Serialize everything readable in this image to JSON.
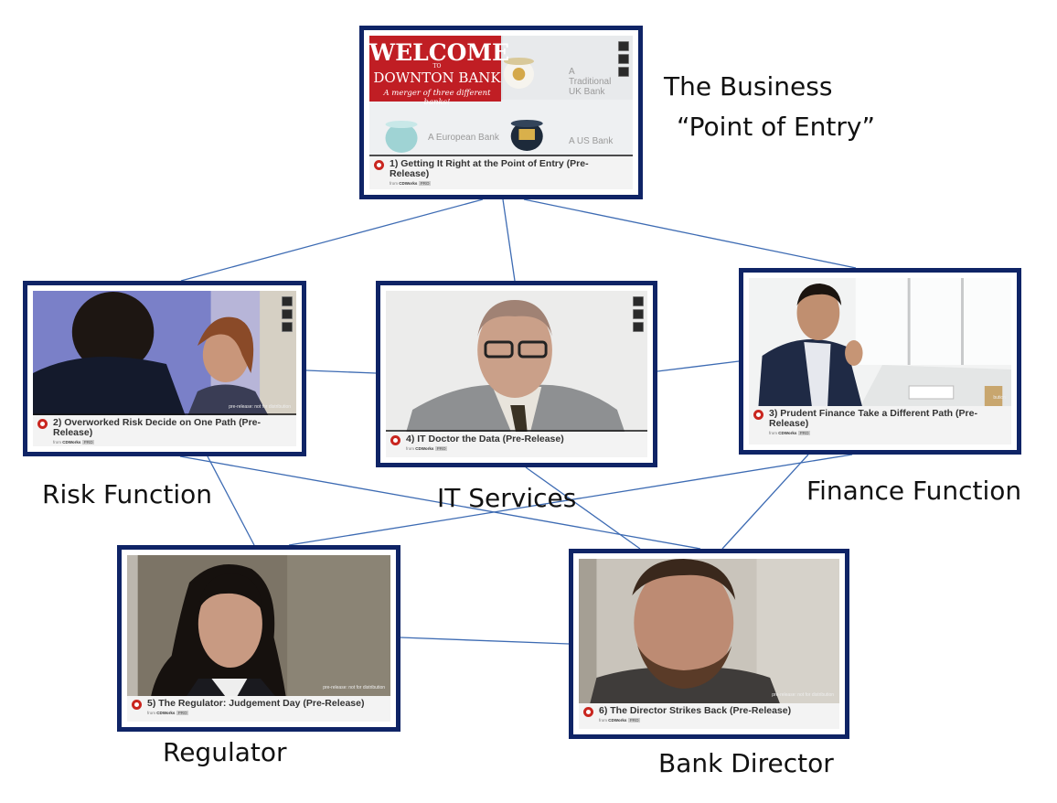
{
  "videos": [
    {
      "id": "1",
      "title": "1) Getting It Right at the Point of Entry (Pre-Release)",
      "label_lines": [
        "The Business",
        "“Point of Entry”"
      ],
      "banner": {
        "welcome": "WELCOME",
        "to": "TO",
        "bank": "DOWNTON BANK",
        "tagline": "A merger of three different banks!"
      },
      "scene_labels": {
        "a": "A Traditional UK Bank",
        "b": "A European Bank",
        "c": "A US Bank"
      }
    },
    {
      "id": "2",
      "title": "2) Overworked Risk Decide on One Path (Pre-Release)",
      "label": "Risk Function",
      "watermark": "pre-release: not for distribution"
    },
    {
      "id": "4",
      "title": "4) IT Doctor the Data (Pre-Release)",
      "label": "IT Services"
    },
    {
      "id": "3",
      "title": "3) Prudent Finance Take a Different Path (Pre-Release)",
      "label": "Finance Function",
      "watermark": "bution"
    },
    {
      "id": "5",
      "title": "5) The Regulator: Judgement Day (Pre-Release)",
      "label": "Regulator",
      "watermark": "pre-release: not for distribution"
    },
    {
      "id": "6",
      "title": "6) The Director Strikes Back (Pre-Release)",
      "label": "Bank Director",
      "watermark": "pre-release: not for distribution"
    }
  ],
  "meta": {
    "from": "from",
    "brand": "CDWorks",
    "tag": "PRO"
  },
  "colors": {
    "frame": "#0f2466",
    "edge": "#3d6bb3"
  },
  "edges": [
    [
      "1",
      "2"
    ],
    [
      "1",
      "4"
    ],
    [
      "1",
      "3"
    ],
    [
      "2",
      "4"
    ],
    [
      "4",
      "3"
    ],
    [
      "2",
      "5"
    ],
    [
      "2",
      "6"
    ],
    [
      "4",
      "6"
    ],
    [
      "3",
      "6"
    ],
    [
      "3",
      "5"
    ],
    [
      "5",
      "6"
    ]
  ]
}
